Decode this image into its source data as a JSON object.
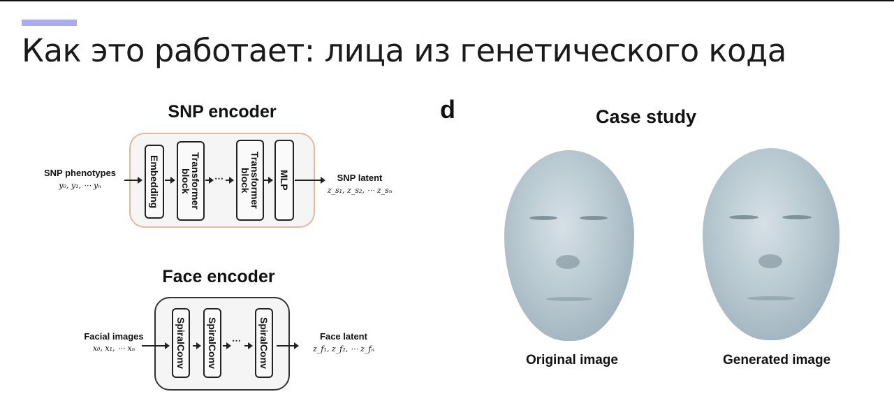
{
  "slide": {
    "title": "Как это работает: лица из генетического кода",
    "accent_color": "#aaaaee"
  },
  "snp_encoder": {
    "title": "SNP encoder",
    "input_label": "SNP phenotypes",
    "input_math": "y₀, y₁, ⋯ yₙ",
    "blocks": [
      "Embedding",
      "Transformer\nblock",
      "Transformer\nblock",
      "MLP"
    ],
    "dots": "⋯",
    "output_label": "SNP latent",
    "output_math": "z_s₁, z_s₂, ⋯ z_sₙ",
    "border_color": "#e5b79c"
  },
  "face_encoder": {
    "title": "Face encoder",
    "input_label": "Facial images",
    "input_math": "x₀, x₁, ⋯ xₙ",
    "blocks": [
      "SpiralConv",
      "SpiralConv",
      "SpiralConv"
    ],
    "dots": "⋯",
    "output_label": "Face latent",
    "output_math": "z_f₁, z_f₂, ⋯ z_fₙ"
  },
  "case_study": {
    "panel_letter": "d",
    "title": "Case study",
    "images": [
      {
        "caption": "Original image"
      },
      {
        "caption": "Generated image"
      }
    ]
  }
}
